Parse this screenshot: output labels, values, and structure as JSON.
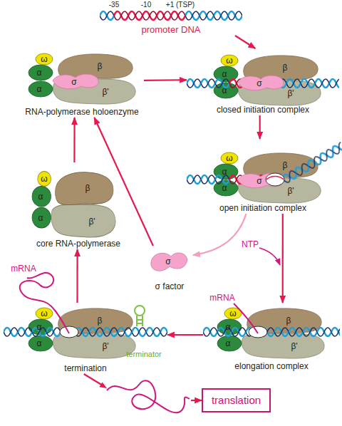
{
  "diagram": {
    "nodes": [
      {
        "text": [
          "promoter DNA"
        ]
      },
      {
        "text": [
          "RNA-polymerase holoenzyme"
        ]
      },
      {
        "text": [
          "closed initiation complex"
        ]
      },
      {
        "text": [
          "open initiation complex"
        ]
      },
      {
        "text": [
          "core RNA-polymerase"
        ]
      },
      {
        "text": [
          "σ factor"
        ]
      },
      {
        "text": [
          "termination"
        ]
      },
      {
        "text": [
          "elongation complex"
        ]
      },
      {
        "text": [
          "translation"
        ]
      }
    ],
    "edges": [
      {
        "from": 0,
        "to": 2,
        "arrow": "to"
      },
      {
        "from": 1,
        "to": 2,
        "arrow": "to"
      },
      {
        "from": 2,
        "to": 3,
        "arrow": "to"
      },
      {
        "from": 3,
        "to": 5,
        "arrow": "to"
      },
      {
        "from": 3,
        "to": 7,
        "arrow": "to"
      },
      {
        "from": 5,
        "to": 1,
        "arrow": "to"
      },
      {
        "from": 4,
        "to": 1,
        "arrow": "to"
      },
      {
        "from": 7,
        "to": 6,
        "arrow": "to"
      },
      {
        "from": 6,
        "to": 4,
        "arrow": "to"
      },
      {
        "from": 6,
        "to": 8,
        "arrow": "to"
      }
    ],
    "labels": [
      "-35",
      "-10",
      "+1 (TSP)",
      "ω",
      "α",
      "β",
      "σ",
      "α",
      "β'",
      "ω",
      "α",
      "β",
      "σ",
      "α",
      "β'",
      "ω",
      "α",
      "β",
      "σ",
      "α",
      "β'",
      "ω",
      "β",
      "α",
      "α",
      "β'",
      "NTP",
      "mRNA",
      "σ",
      "mRNA",
      "ω",
      "β",
      "α",
      "α",
      "β'",
      "ω",
      "β",
      "α",
      "α",
      "β'",
      "terminator"
    ]
  }
}
